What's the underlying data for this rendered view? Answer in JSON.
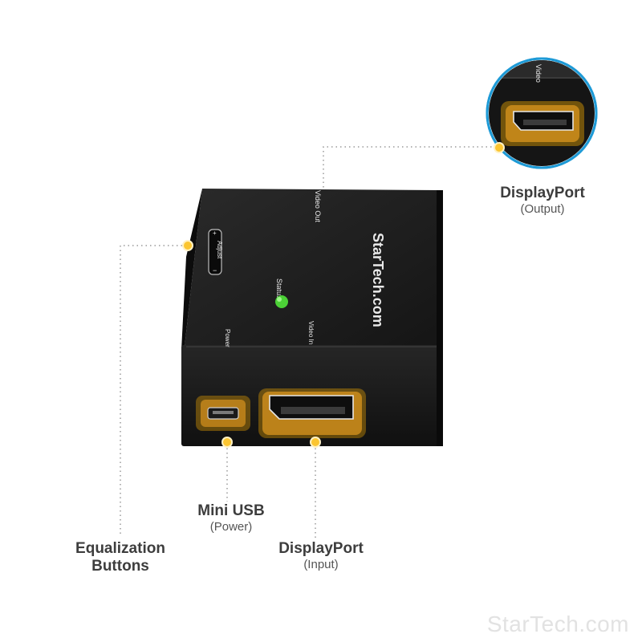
{
  "callouts": {
    "displayport_output": {
      "title": "DisplayPort",
      "sub": "(Output)"
    },
    "mini_usb": {
      "title": "Mini USB",
      "sub": "(Power)"
    },
    "displayport_input": {
      "title": "DisplayPort",
      "sub": "(Input)"
    },
    "equalization": {
      "title_line1": "Equalization",
      "title_line2": "Buttons"
    }
  },
  "device_labels": {
    "video_out": "Video Out",
    "adjust": "Adjust",
    "brand": "StarTech.com",
    "status": "Status",
    "power": "Power",
    "video_in": "Video In"
  },
  "watermark": "StarTech.com",
  "colors": {
    "highlight": "#f5a623",
    "device_body": "#1c1c1c",
    "status_led": "#4cd137",
    "zoom_ring": "#1e9ad6",
    "leader_line": "#9a9a9a"
  }
}
